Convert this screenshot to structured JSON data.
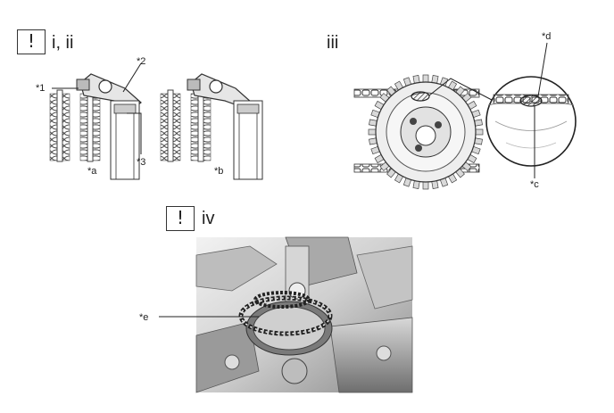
{
  "steps": {
    "step1": {
      "warning_symbol": "!",
      "label": "i, ii"
    },
    "step2": {
      "label": "iii"
    },
    "step3": {
      "warning_symbol": "!",
      "label": "iv"
    }
  },
  "callouts": {
    "c1": "*1",
    "c2": "*2",
    "c3": "*3",
    "ca": "*a",
    "cb": "*b",
    "cc": "*c",
    "cd": "*d",
    "ce": "*e"
  }
}
